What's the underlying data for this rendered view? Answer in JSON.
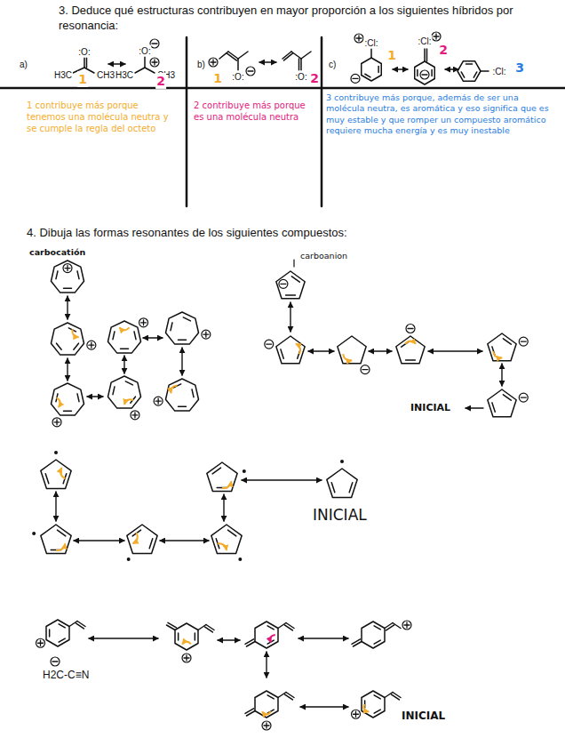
{
  "diagram": {
    "labels": [
      "3. Deduce qué estructuras contribuyen en mayor proporción a los siguientes híbridos por resonancia:",
      "a)",
      ":O:",
      "H3C",
      "CH3",
      "1",
      ":O:",
      "H3C",
      "CH3",
      "2",
      "b)",
      ":O:",
      "1",
      ":O:",
      "2",
      "c)",
      ":Cl:",
      "1",
      ":Cl:",
      "2",
      ":Cl:",
      "3",
      "1 contribuye más porque tenemos una molécula neutra y se cumple la regla del octeto",
      "2 contribuye más porque es una molécula neutra",
      "3 contribuye más porque, además de ser una molécula neutra, es aromática y eso significa que es muy estable y que romper un compuesto aromático requiere mucha energía y es muy inestable",
      "4. Dibuja las formas resonantes de los siguientes compuestos:",
      "carbocatión",
      "carboanion",
      "INICIAL",
      "INICIAL",
      "H2C-C≡N",
      "INICIAL"
    ]
  }
}
